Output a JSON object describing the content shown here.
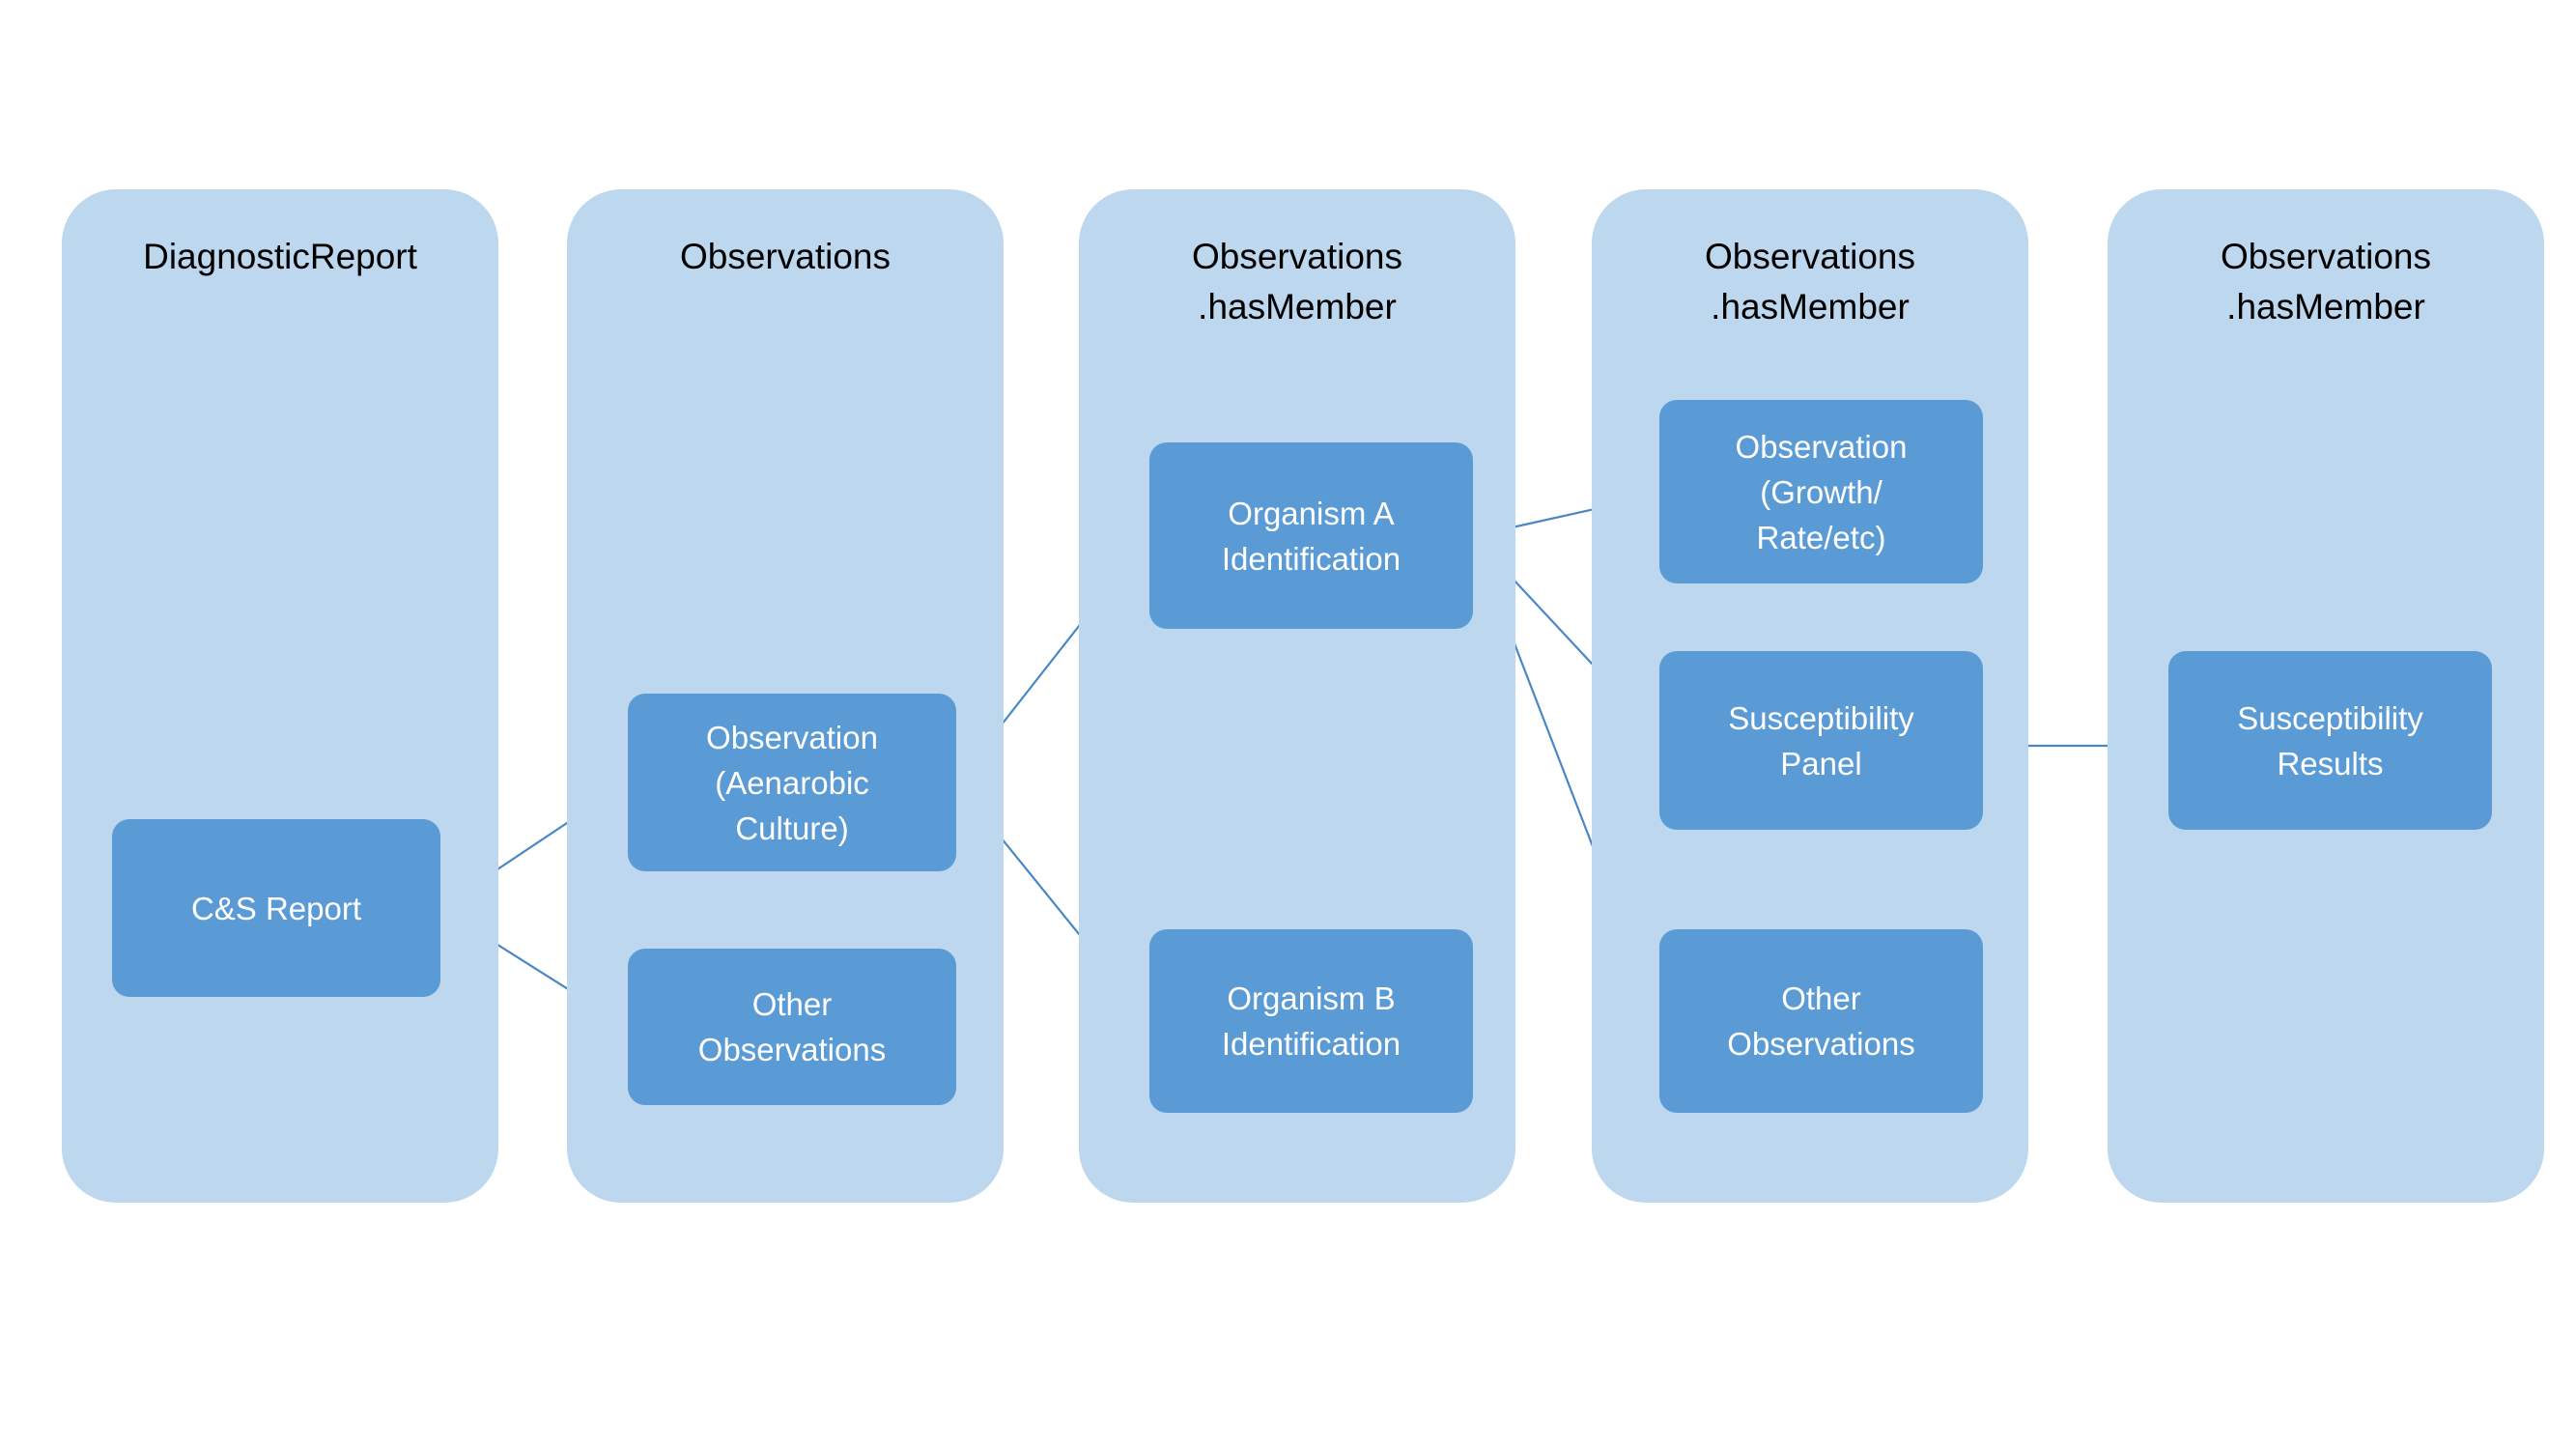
{
  "diagram": {
    "title_note": "FHIR Culture & Sensitivity report structure",
    "background_color": "#FFFFFF",
    "lane_color": "#BDD7EE",
    "node_color": "#5B9BD5",
    "node_text_color": "#FFFFFF",
    "lane_text_color": "#000000",
    "connector_color": "#4A87C4"
  },
  "lanes": [
    {
      "id": "lane-diagnosticreport",
      "title": "DiagnosticReport"
    },
    {
      "id": "lane-observations",
      "title": "Observations"
    },
    {
      "id": "lane-hasmember-1",
      "title": "Observations\n.hasMember"
    },
    {
      "id": "lane-hasmember-2",
      "title": "Observations\n.hasMember"
    },
    {
      "id": "lane-hasmember-3",
      "title": "Observations\n.hasMember"
    }
  ],
  "nodes": [
    {
      "id": "cs-report",
      "label": "C&S Report"
    },
    {
      "id": "observation-aenarobic",
      "label": "Observation\n(Aenarobic\nCulture)"
    },
    {
      "id": "other-observations-col2",
      "label": "Other\nObservations"
    },
    {
      "id": "organism-a",
      "label": "Organism A\nIdentification"
    },
    {
      "id": "organism-b",
      "label": "Organism B\nIdentification"
    },
    {
      "id": "observation-growth",
      "label": "Observation\n(Growth/\nRate/etc)"
    },
    {
      "id": "susceptibility-panel",
      "label": "Susceptibility\nPanel"
    },
    {
      "id": "other-observations-col4",
      "label": "Other\nObservations"
    },
    {
      "id": "susceptibility-results",
      "label": "Susceptibility\nResults"
    }
  ],
  "connectors": [
    {
      "from": "cs-report",
      "to": "observation-aenarobic"
    },
    {
      "from": "cs-report",
      "to": "other-observations-col2"
    },
    {
      "from": "observation-aenarobic",
      "to": "organism-a"
    },
    {
      "from": "observation-aenarobic",
      "to": "organism-b"
    },
    {
      "from": "organism-a",
      "to": "observation-growth"
    },
    {
      "from": "organism-a",
      "to": "susceptibility-panel"
    },
    {
      "from": "organism-a",
      "to": "other-observations-col4"
    },
    {
      "from": "susceptibility-panel",
      "to": "susceptibility-results"
    }
  ]
}
